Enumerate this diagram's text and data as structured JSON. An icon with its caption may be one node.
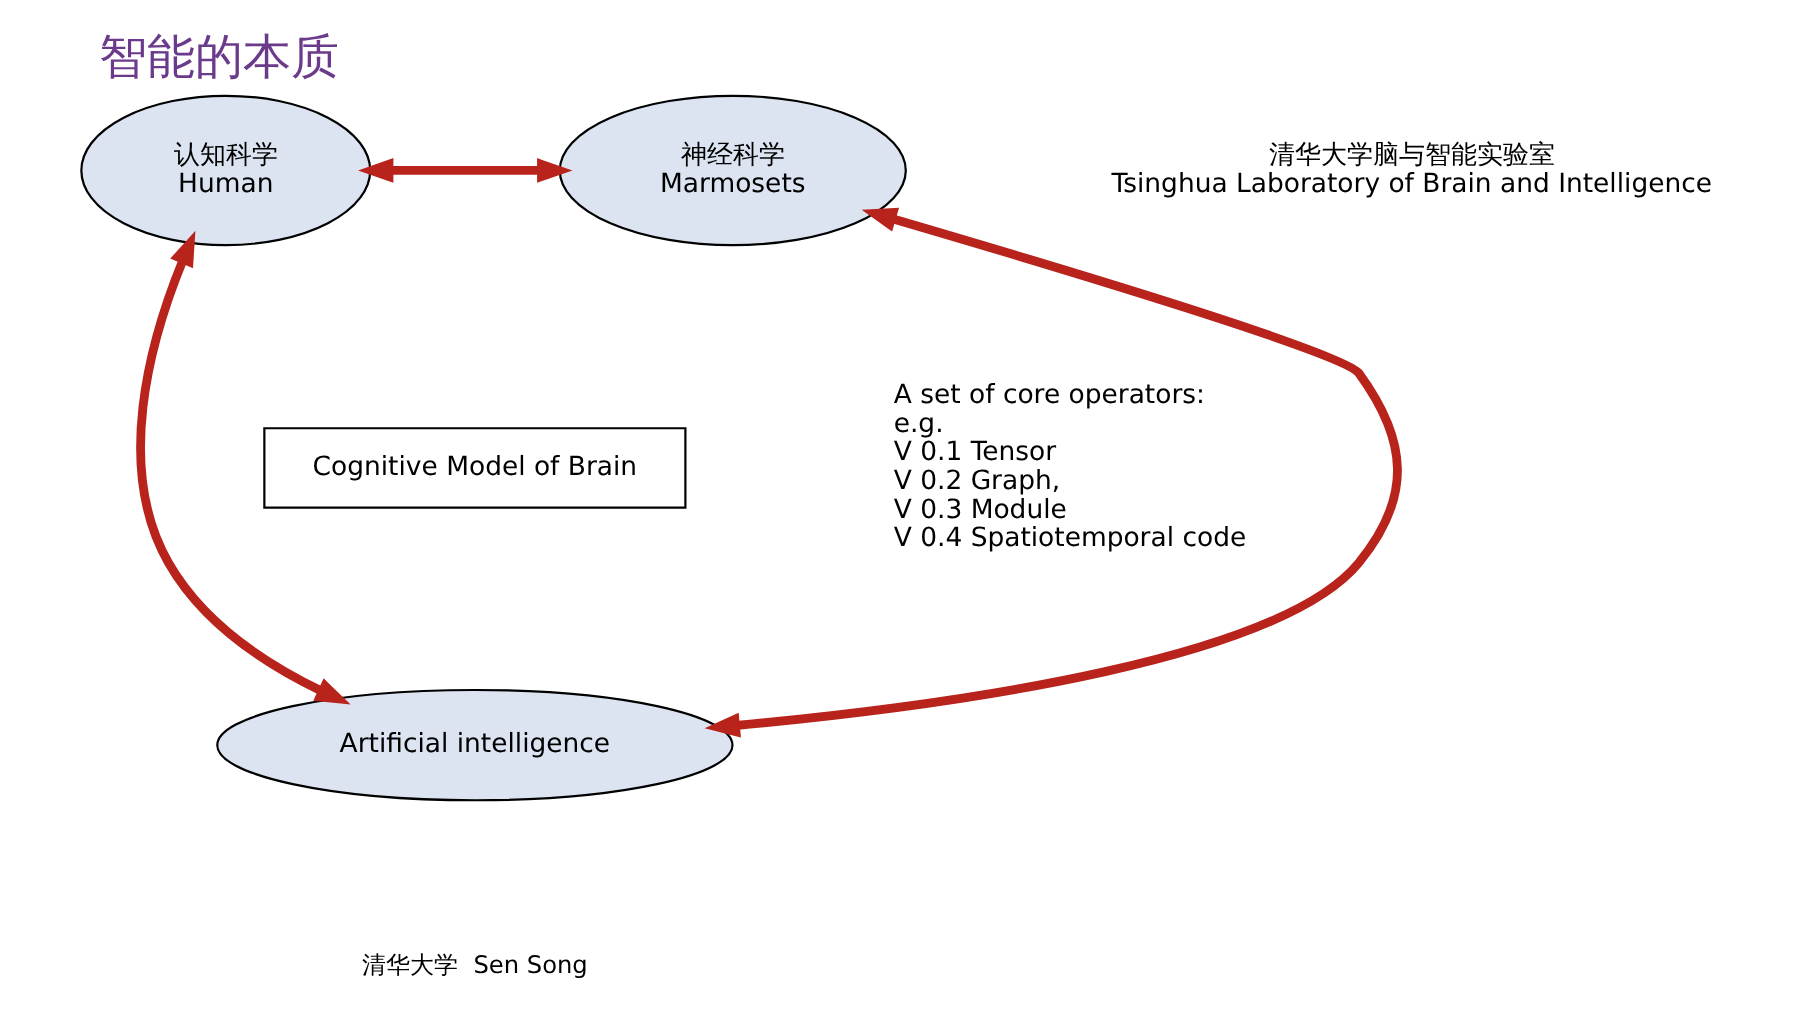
{
  "diagram": {
    "title": "智能的本质",
    "nodes": [
      {
        "text": [
          "认知科学",
          "Human"
        ]
      },
      {
        "text": [
          "神经科学",
          "Marmosets"
        ]
      },
      {
        "text": [
          "Cognitive Model of Brain"
        ]
      },
      {
        "text": [
          "Artificial intelligence"
        ]
      }
    ],
    "edges": [
      {
        "from": 0,
        "to": 1,
        "arrow": "both"
      },
      {
        "from": 0,
        "to": 3,
        "arrow": "both"
      },
      {
        "from": 1,
        "to": 3,
        "arrow": "both"
      }
    ],
    "labels": [
      "清华大学脑与智能实验室",
      "Tsinghua Laboratory of Brain and Intelligence",
      "A set of core operators:",
      "e.g.",
      "V 0.1 Tensor",
      "V 0.2 Graph,",
      "V 0.3 Module",
      "V 0.4 Spatiotemporal code",
      "清华大学",
      "Sen Song"
    ]
  }
}
